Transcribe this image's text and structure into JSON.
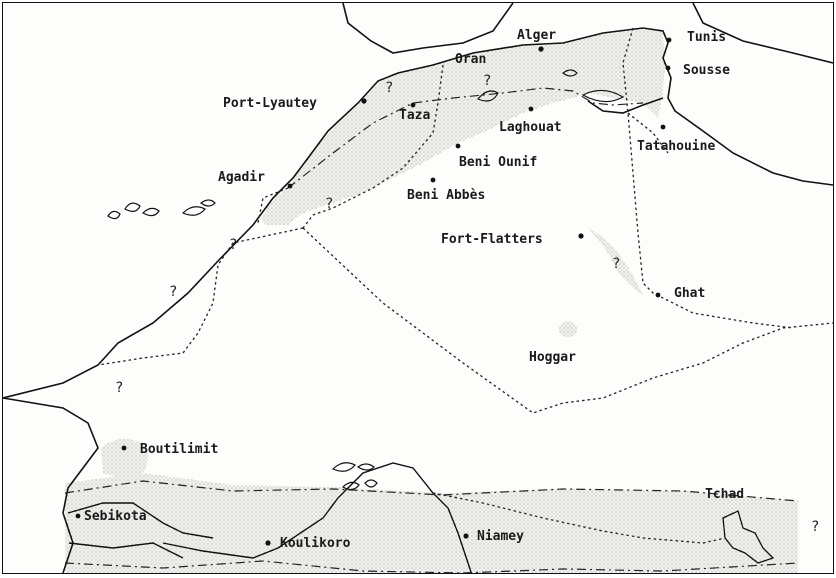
{
  "places": [
    {
      "id": "alger",
      "label": "Alger"
    },
    {
      "id": "oran",
      "label": "Oran"
    },
    {
      "id": "tunis",
      "label": "Tunis"
    },
    {
      "id": "sousse",
      "label": "Sousse"
    },
    {
      "id": "port-lyautey",
      "label": "Port-Lyautey"
    },
    {
      "id": "taza",
      "label": "Taza"
    },
    {
      "id": "laghouat",
      "label": "Laghouat"
    },
    {
      "id": "tatahouine",
      "label": "Tatahouine"
    },
    {
      "id": "beni-ounif",
      "label": "Beni Ounif"
    },
    {
      "id": "agadir",
      "label": "Agadir"
    },
    {
      "id": "beni-abbes",
      "label": "Beni Abbès"
    },
    {
      "id": "fort-flatters",
      "label": "Fort-Flatters"
    },
    {
      "id": "ghat",
      "label": "Ghat"
    },
    {
      "id": "hoggar",
      "label": "Hoggar"
    },
    {
      "id": "boutilimit",
      "label": "Boutilimit"
    },
    {
      "id": "sebikota",
      "label": "Sebikota"
    },
    {
      "id": "koulikoro",
      "label": "Koulikoro"
    },
    {
      "id": "niamey",
      "label": "Niamey"
    },
    {
      "id": "tchad",
      "label": "Tchad"
    }
  ],
  "uncertain_mark": "?",
  "colors": {
    "ink": "#111111",
    "paper": "#fdfdfb",
    "stipple": "#6b6b6b"
  }
}
